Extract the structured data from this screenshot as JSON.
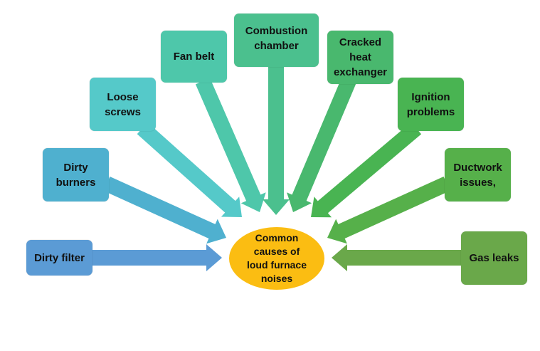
{
  "center": {
    "label": "Common\ncauses of\nloud furnace\nnoises",
    "color": "#fbbd12"
  },
  "causes": [
    {
      "label": "Dirty filter",
      "color": "#5b9bd5"
    },
    {
      "label": "Dirty burners",
      "color": "#4fb0cf"
    },
    {
      "label": "Loose screws",
      "color": "#55c9c9"
    },
    {
      "label": "Fan belt",
      "color": "#4ec7aa"
    },
    {
      "label": "Combustion chamber",
      "color": "#4bc08e"
    },
    {
      "label": "Cracked heat exchanger",
      "color": "#49b86e"
    },
    {
      "label": "Ignition problems",
      "color": "#49b452"
    },
    {
      "label": "Ductwork issues,",
      "color": "#56b04a"
    },
    {
      "label": "Gas leaks",
      "color": "#6aa84a"
    }
  ]
}
